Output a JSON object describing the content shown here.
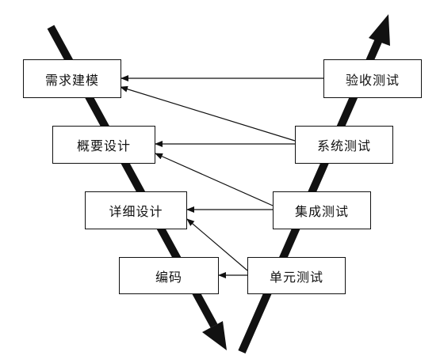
{
  "diagram": {
    "left_stages": {
      "requirements": "需求建模",
      "overview_design": "概要设计",
      "detailed_design": "详细设计",
      "coding": "编码"
    },
    "right_stages": {
      "acceptance_test": "验收测试",
      "system_test": "系统测试",
      "integration_test": "集成测试",
      "unit_test": "单元测试"
    },
    "colors": {
      "line": "#111111",
      "box_fill": "#ffffff",
      "background": "#ffffff"
    }
  }
}
